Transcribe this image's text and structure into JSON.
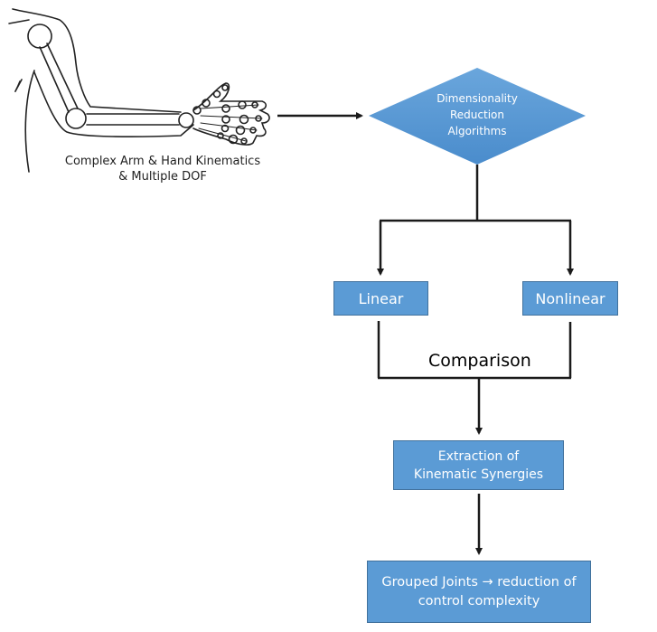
{
  "arm_illustration": {
    "caption": "Complex Arm & Hand Kinematics\n& Multiple DOF"
  },
  "diamond": {
    "label": "Dimensionality\nReduction\nAlgorithms"
  },
  "branches": {
    "linear": "Linear",
    "nonlinear": "Nonlinear",
    "comparison": "Comparison"
  },
  "extraction": {
    "label": "Extraction of\nKinematic Synergies"
  },
  "result": {
    "label": "Grouped Joints → reduction of\ncontrol complexity"
  },
  "colors": {
    "box_fill": "#5b9bd5",
    "box_border": "#41719c",
    "diamond_top": "#6aa6dc",
    "diamond_bottom": "#4a8ccc",
    "connector": "#1a1a1a"
  }
}
